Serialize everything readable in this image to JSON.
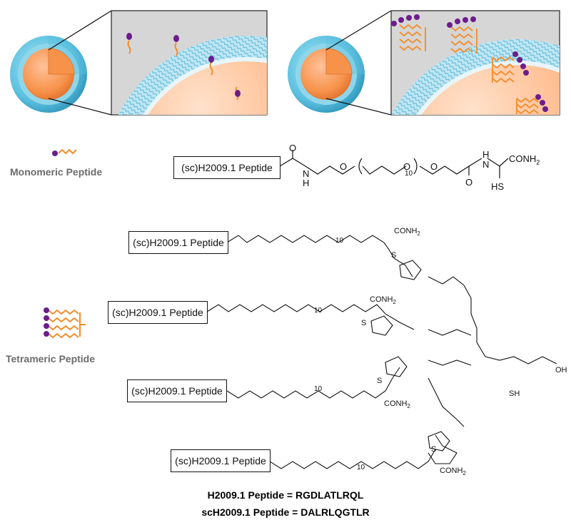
{
  "legend": {
    "monomeric_label": "Monomeric Peptide",
    "tetrameric_label": "Tetrameric Peptide"
  },
  "structure": {
    "peptide_box_label": "(sc)H2009.1 Peptide",
    "atom_O": "O",
    "atom_N": "N",
    "atom_H": "H",
    "atom_S": "S",
    "peg_repeat": "10",
    "conh2": "CONH",
    "conh2_sub": "2",
    "thiol": "HS",
    "thiol_b": "SH",
    "acid": "OH"
  },
  "sequences": {
    "h2009": "H2009.1 Peptide = RGDLATLRQL",
    "sch2009": "scH2009.1 Peptide = DALRLQGTLR"
  },
  "colors": {
    "core": "#f7924a",
    "shell": "#5bc0df",
    "peptide_chain": "#f28c28",
    "peptide_head": "#6b1d8a",
    "inset_bg": "#d6d6d6"
  }
}
